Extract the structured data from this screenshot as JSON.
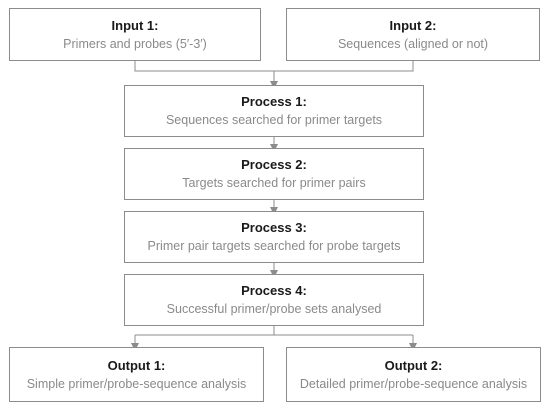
{
  "inputs": [
    {
      "title": "Input 1:",
      "desc": "Primers and probes (5′-3′)"
    },
    {
      "title": "Input 2:",
      "desc": "Sequences (aligned or not)"
    }
  ],
  "processes": [
    {
      "title": "Process 1:",
      "desc": "Sequences searched for primer targets"
    },
    {
      "title": "Process 2:",
      "desc": "Targets searched for primer pairs"
    },
    {
      "title": "Process 3:",
      "desc": "Primer pair targets searched for probe targets"
    },
    {
      "title": "Process 4:",
      "desc": "Successful primer/probe sets analysed"
    }
  ],
  "outputs": [
    {
      "title": "Output 1:",
      "desc": "Simple primer/probe-sequence analysis"
    },
    {
      "title": "Output 2:",
      "desc": "Detailed primer/probe-sequence analysis"
    }
  ],
  "colors": {
    "box_border": "#8c8c8c",
    "connector": "#8c8c8c",
    "title_text": "#1a1a1a",
    "desc_text": "#8a8a8a"
  }
}
